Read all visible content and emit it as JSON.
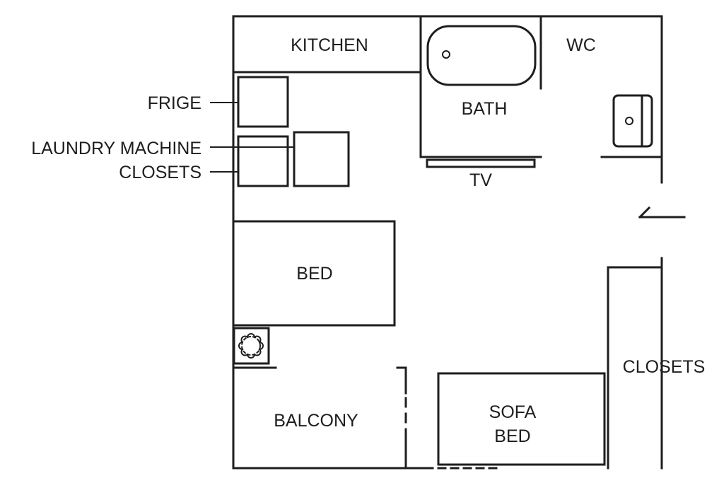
{
  "labels": {
    "kitchen": "KITCHEN",
    "bath": "BATH",
    "wc": "WC",
    "tv": "TV",
    "frige": "FRIGE",
    "laundry": "LAUNDRY MACHINE",
    "closets_left": "CLOSETS",
    "bed": "BED",
    "balcony": "BALCONY",
    "sofa_line1": "SOFA",
    "sofa_line2": "BED",
    "closets_right": "CLOSETS"
  },
  "colors": {
    "line": "#1e1e1e",
    "background": "#ffffff"
  }
}
